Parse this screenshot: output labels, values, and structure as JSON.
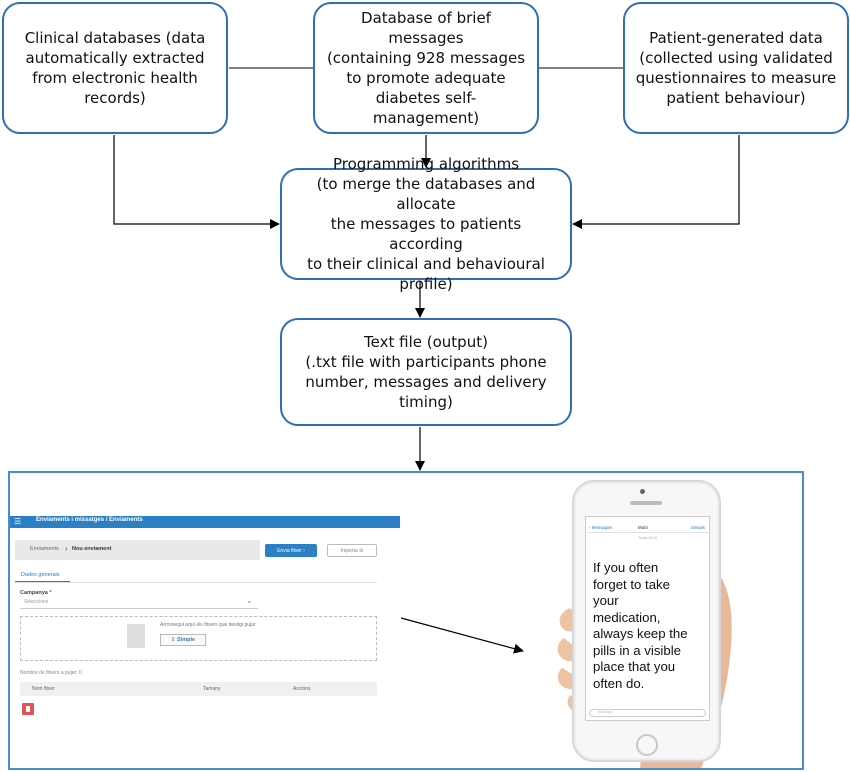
{
  "nodes": {
    "clinical": "Clinical databases (data\nautomatically extracted\nfrom electronic health\nrecords)",
    "messages": "Database of brief messages\n(containing 928 messages\nto promote adequate\ndiabetes self-management)",
    "patient": "Patient-generated data\n(collected using validated\nquestionnaires to measure\npatient behaviour)",
    "algorithms": "Programming algorithms\n(to merge the databases and allocate\nthe messages to patients according\nto their clinical and behavioural\nprofile)",
    "output": "Text file (output)\n(.txt file with participants phone\nnumber, messages and delivery\ntiming)"
  },
  "app_screenshot": {
    "title": "Enviaments i missatges / Enviaments",
    "breadcrumb_root": "Enviaments",
    "breadcrumb_current": "Nou enviament",
    "send_button": "Envia fitxer",
    "import_button": "Importa",
    "tab_general": "Dades generals",
    "campaign_label": "Campanya",
    "campaign_required": "*",
    "campaign_placeholder": "Seleccione",
    "dropzone_text": "Arrossegui aquí els fitxers que desitgi pujar",
    "simple_button": "Simple",
    "files_count": "Nombre de fitxers a pujar: 0",
    "table_headers": [
      "Nom fitxer",
      "Tamany",
      "Accions"
    ]
  },
  "phone": {
    "back_label": "‹ Messages",
    "contact_name": "Mobi",
    "details_label": "Details",
    "message_time": "Today 10:00",
    "message_text": "If you often\nforget to take\nyour\nmedication,\nalways keep the\npills in a visible\nplace that you\noften do.",
    "input_placeholder": "iMessage"
  },
  "colors": {
    "node_border": "#2f6fb3",
    "panel_border": "#4a8cd0",
    "app_bar": "#2b80c5"
  }
}
